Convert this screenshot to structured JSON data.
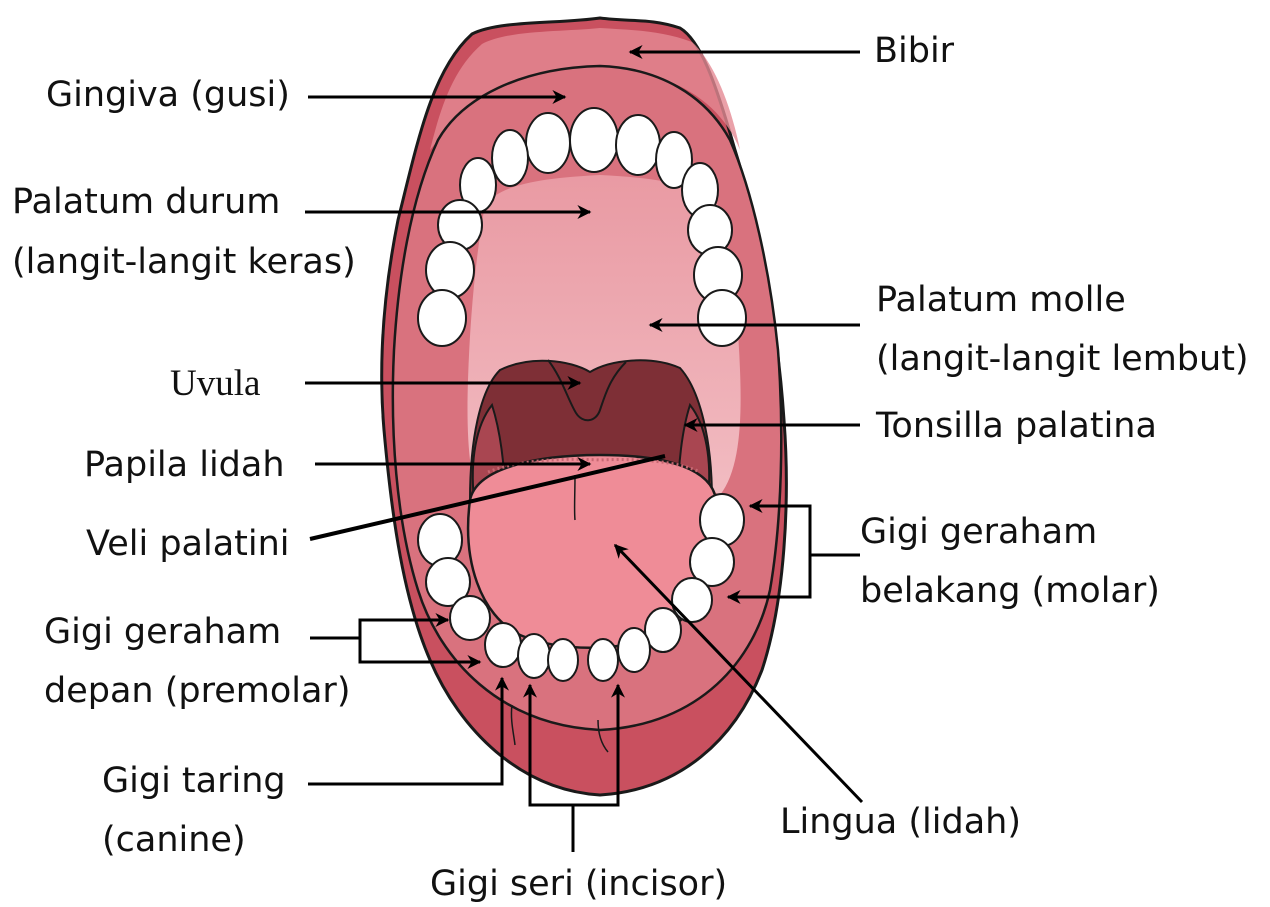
{
  "diagram": {
    "labels": {
      "bibir": "Bibir",
      "gingiva": "Gingiva (gusi)",
      "palatum_durum_1": "Palatum durum",
      "palatum_durum_2": "(langit-langit keras)",
      "palatum_molle_1": "Palatum molle",
      "palatum_molle_2": "(langit-langit lembut)",
      "uvula": "Uvula",
      "tonsilla": "Tonsilla palatina",
      "papila": "Papila lidah",
      "veli": "Veli palatini",
      "molar_1": "Gigi geraham",
      "molar_2": "belakang (molar)",
      "premolar_1": "Gigi geraham",
      "premolar_2": "depan (premolar)",
      "canine_1": "Gigi taring",
      "canine_2": "(canine)",
      "lingua": "Lingua (lidah)",
      "incisor": "Gigi seri (incisor)"
    },
    "colors": {
      "lip": "#c9505f",
      "lip_light": "#e58a94",
      "gum": "#d9727e",
      "palate": "#eba2aa",
      "throat": "#7e2f36",
      "throat_light": "#a94651",
      "tongue": "#ef8c97",
      "tooth": "#ffffff",
      "outline": "#1a1a1a"
    }
  }
}
